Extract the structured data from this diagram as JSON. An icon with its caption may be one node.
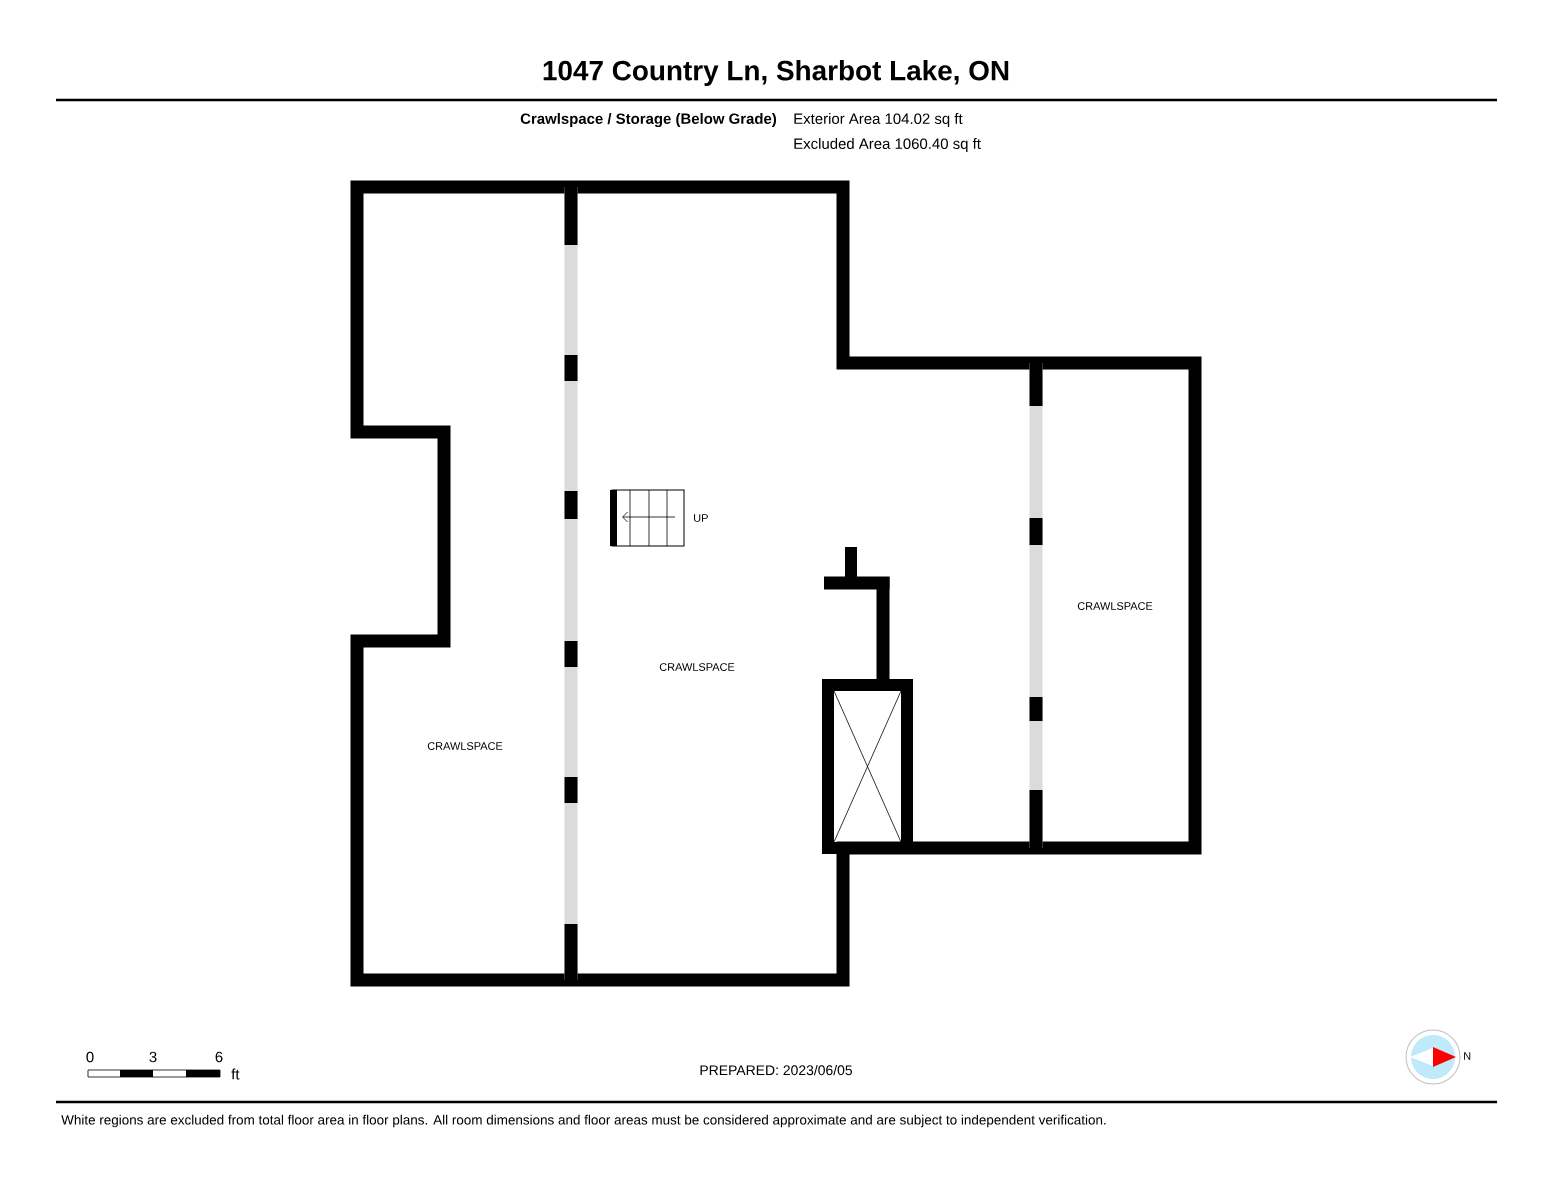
{
  "diagram": {
    "title": "1047 Country Ln, Sharbot Lake, ON",
    "labels": [
      "Crawlspace / Storage (Below Grade)",
      "Exterior Area 104.02 sq ft",
      "Excluded Area 1060.40 sq ft",
      "UP",
      "CRAWLSPACE",
      "CRAWLSPACE",
      "CRAWLSPACE",
      "0",
      "3",
      "6",
      "ft",
      "PREPARED: 2023/06/05",
      "N",
      "White regions are excluded from total floor area in floor plans. All room dimensions and floor areas must be considered approximate and are subject to independent verification."
    ]
  }
}
